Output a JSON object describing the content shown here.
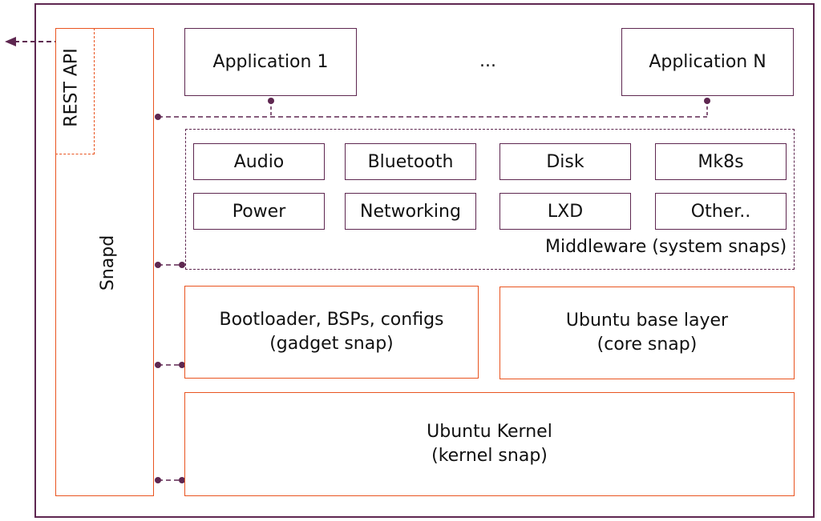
{
  "apps": {
    "first": "Application 1",
    "ellipsis": "...",
    "last": "Application N"
  },
  "middleware": {
    "items": [
      "Audio",
      "Bluetooth",
      "Disk",
      "Mk8s",
      "Power",
      "Networking",
      "LXD",
      "Other.."
    ],
    "caption": "Middleware (system snaps)"
  },
  "snapd": {
    "label": "Snapd",
    "rest_api": "REST API"
  },
  "layers": {
    "gadget": {
      "line1": "Bootloader, BSPs, configs",
      "line2": "(gadget snap)"
    },
    "core": {
      "line1": "Ubuntu base layer",
      "line2": "(core snap)"
    },
    "kernel": {
      "line1": "Ubuntu Kernel",
      "line2": "(kernel snap)"
    }
  },
  "colors": {
    "purple": "#5e2750",
    "orange": "#e95420"
  }
}
